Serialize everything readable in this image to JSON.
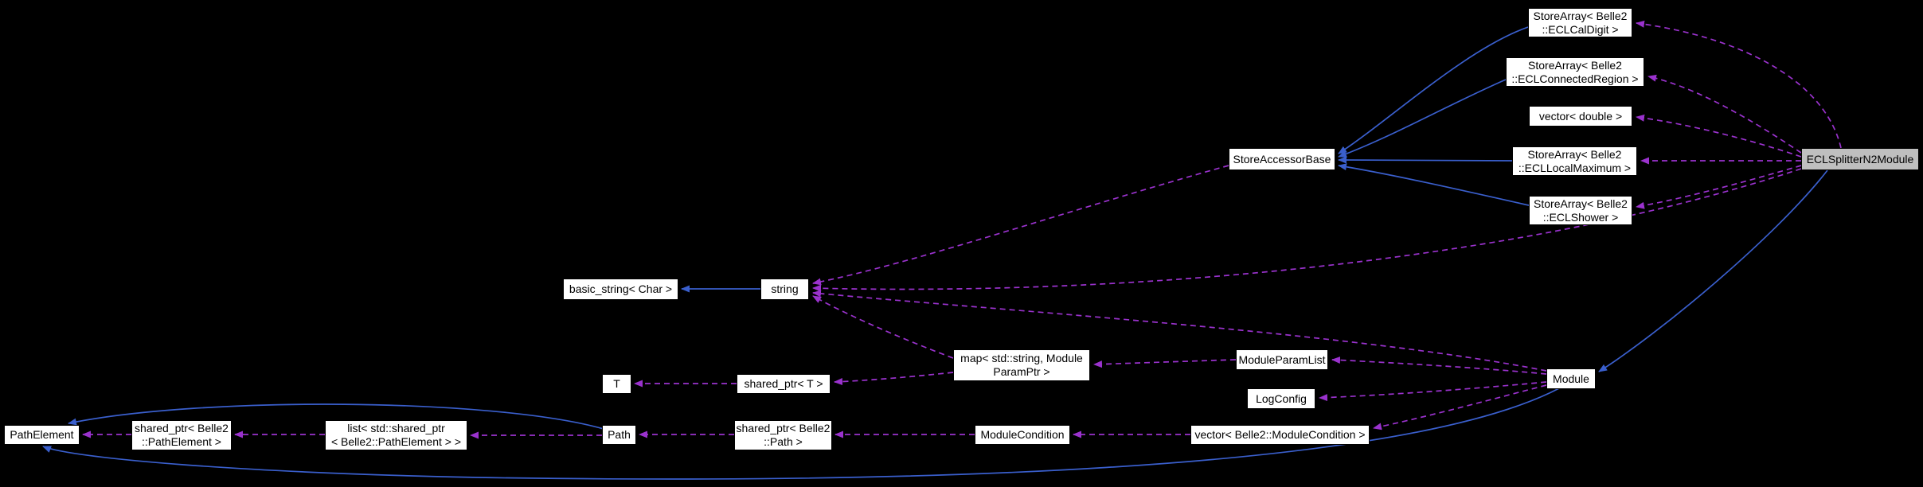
{
  "colors": {
    "background": "#000000",
    "inheritance_edge": "#3a5fcd",
    "usage_edge": "#9a32cd",
    "node_bg": "#ffffff",
    "highlight_node_bg": "#bfbfbf",
    "node_text": "#000000"
  },
  "nodes": {
    "store_array_ecl_cal_digit": {
      "label": "StoreArray< Belle2\n::ECLCalDigit >"
    },
    "store_array_ecl_connected_region": {
      "label": "StoreArray< Belle2\n::ECLConnectedRegion >"
    },
    "vector_double": {
      "label": "vector< double >"
    },
    "store_array_ecl_local_maximum": {
      "label": "StoreArray< Belle2\n::ECLLocalMaximum >"
    },
    "store_array_ecl_shower": {
      "label": "StoreArray< Belle2\n::ECLShower >"
    },
    "ecl_splitter_n2_module": {
      "label": "ECLSplitterN2Module"
    },
    "store_accessor_base": {
      "label": "StoreAccessorBase"
    },
    "basic_string_char": {
      "label": "basic_string< Char >"
    },
    "string": {
      "label": "string"
    },
    "map_string_module_param_ptr": {
      "label": "map< std::string, Module\nParamPtr >"
    },
    "module_param_list": {
      "label": "ModuleParamList"
    },
    "log_config": {
      "label": "LogConfig"
    },
    "module": {
      "label": "Module"
    },
    "t": {
      "label": "T"
    },
    "shared_ptr_t": {
      "label": "shared_ptr< T >"
    },
    "path_element": {
      "label": "PathElement"
    },
    "shared_ptr_path_element": {
      "label": "shared_ptr< Belle2\n::PathElement >"
    },
    "list_shared_ptr_path_element": {
      "label": "list< std::shared_ptr\n< Belle2::PathElement > >"
    },
    "path": {
      "label": "Path"
    },
    "shared_ptr_path": {
      "label": "shared_ptr< Belle2\n::Path >"
    },
    "module_condition": {
      "label": "ModuleCondition"
    },
    "vector_module_condition": {
      "label": "vector< Belle2::ModuleCondition >"
    }
  },
  "edges": [
    {
      "from": "store_array_ecl_cal_digit",
      "to": "store_accessor_base",
      "type": "inheritance"
    },
    {
      "from": "store_array_ecl_connected_region",
      "to": "store_accessor_base",
      "type": "inheritance"
    },
    {
      "from": "store_array_ecl_local_maximum",
      "to": "store_accessor_base",
      "type": "inheritance"
    },
    {
      "from": "store_array_ecl_shower",
      "to": "store_accessor_base",
      "type": "inheritance"
    },
    {
      "from": "string",
      "to": "basic_string_char",
      "type": "inheritance"
    },
    {
      "from": "ecl_splitter_n2_module",
      "to": "module",
      "type": "inheritance"
    },
    {
      "from": "module",
      "to": "path_element",
      "type": "inheritance"
    },
    {
      "from": "path",
      "to": "path_element",
      "type": "inheritance"
    },
    {
      "from": "ecl_splitter_n2_module",
      "to": "store_array_ecl_cal_digit",
      "type": "usage"
    },
    {
      "from": "ecl_splitter_n2_module",
      "to": "store_array_ecl_connected_region",
      "type": "usage"
    },
    {
      "from": "ecl_splitter_n2_module",
      "to": "vector_double",
      "type": "usage"
    },
    {
      "from": "ecl_splitter_n2_module",
      "to": "store_array_ecl_local_maximum",
      "type": "usage"
    },
    {
      "from": "ecl_splitter_n2_module",
      "to": "store_array_ecl_shower",
      "type": "usage"
    },
    {
      "from": "ecl_splitter_n2_module",
      "to": "string",
      "type": "usage"
    },
    {
      "from": "store_accessor_base",
      "to": "string",
      "type": "usage"
    },
    {
      "from": "module",
      "to": "module_param_list",
      "type": "usage"
    },
    {
      "from": "module",
      "to": "log_config",
      "type": "usage"
    },
    {
      "from": "module",
      "to": "string",
      "type": "usage"
    },
    {
      "from": "module",
      "to": "vector_module_condition",
      "type": "usage"
    },
    {
      "from": "module_param_list",
      "to": "map_string_module_param_ptr",
      "type": "usage"
    },
    {
      "from": "map_string_module_param_ptr",
      "to": "string",
      "type": "usage"
    },
    {
      "from": "map_string_module_param_ptr",
      "to": "shared_ptr_t",
      "type": "usage"
    },
    {
      "from": "shared_ptr_t",
      "to": "t",
      "type": "usage"
    },
    {
      "from": "shared_ptr_path_element",
      "to": "path_element",
      "type": "usage"
    },
    {
      "from": "list_shared_ptr_path_element",
      "to": "shared_ptr_path_element",
      "type": "usage"
    },
    {
      "from": "path",
      "to": "list_shared_ptr_path_element",
      "type": "usage"
    },
    {
      "from": "shared_ptr_path",
      "to": "path",
      "type": "usage"
    },
    {
      "from": "module_condition",
      "to": "shared_ptr_path",
      "type": "usage"
    },
    {
      "from": "vector_module_condition",
      "to": "module_condition",
      "type": "usage"
    }
  ]
}
